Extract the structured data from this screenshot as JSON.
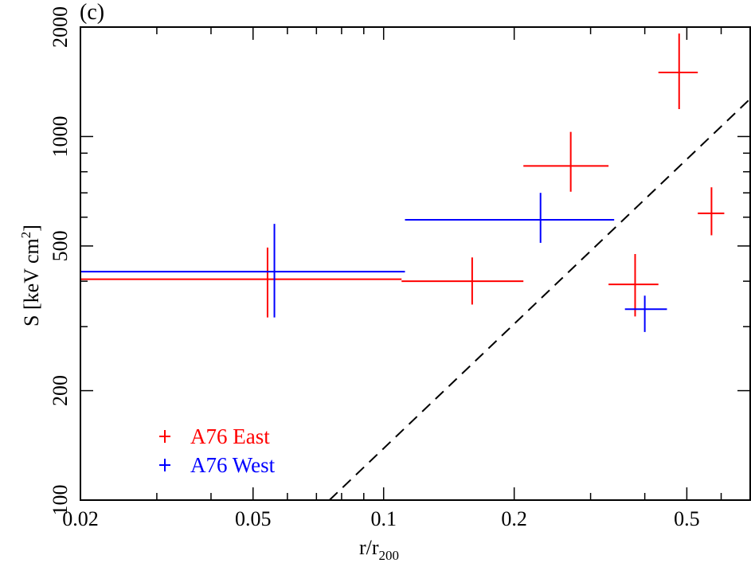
{
  "chart_data": {
    "type": "scatter",
    "panel_label": "(c)",
    "title": "",
    "xlabel": "r/r",
    "xlabel_sub": "200",
    "ylabel": "S [keV cm",
    "ylabel_sup": "2",
    "ylabel_close": "]",
    "x_scale": "log",
    "y_scale": "log",
    "xlim": [
      0.02,
      0.7
    ],
    "ylim": [
      100,
      2000
    ],
    "x_ticks": [
      {
        "value": 0.02,
        "label": "0.02"
      },
      {
        "value": 0.05,
        "label": "0.05"
      },
      {
        "value": 0.1,
        "label": "0.1"
      },
      {
        "value": 0.2,
        "label": "0.2"
      },
      {
        "value": 0.5,
        "label": "0.5"
      }
    ],
    "y_ticks": [
      {
        "value": 100,
        "label": "100"
      },
      {
        "value": 200,
        "label": "200"
      },
      {
        "value": 500,
        "label": "500"
      },
      {
        "value": 1000,
        "label": "1000"
      },
      {
        "value": 2000,
        "label": "2000"
      }
    ],
    "legend_position": "bottom-left",
    "series": [
      {
        "name": "A76 East",
        "color": "#ff0000",
        "points": [
          {
            "x": 0.054,
            "xlo": 0.02,
            "xhi": 0.11,
            "y": 405,
            "ylo": 318,
            "yhi": 495
          },
          {
            "x": 0.16,
            "xlo": 0.11,
            "xhi": 0.21,
            "y": 400,
            "ylo": 345,
            "yhi": 465
          },
          {
            "x": 0.27,
            "xlo": 0.21,
            "xhi": 0.33,
            "y": 830,
            "ylo": 705,
            "yhi": 1030
          },
          {
            "x": 0.38,
            "xlo": 0.33,
            "xhi": 0.43,
            "y": 392,
            "ylo": 320,
            "yhi": 475
          },
          {
            "x": 0.48,
            "xlo": 0.43,
            "xhi": 0.53,
            "y": 1500,
            "ylo": 1190,
            "yhi": 1920
          },
          {
            "x": 0.57,
            "xlo": 0.53,
            "xhi": 0.61,
            "y": 615,
            "ylo": 535,
            "yhi": 725
          }
        ]
      },
      {
        "name": "A76 West",
        "color": "#0000ff",
        "points": [
          {
            "x": 0.056,
            "xlo": 0.02,
            "xhi": 0.112,
            "y": 425,
            "ylo": 318,
            "yhi": 575
          },
          {
            "x": 0.23,
            "xlo": 0.112,
            "xhi": 0.34,
            "y": 590,
            "ylo": 510,
            "yhi": 700
          },
          {
            "x": 0.4,
            "xlo": 0.36,
            "xhi": 0.45,
            "y": 335,
            "ylo": 290,
            "yhi": 365
          }
        ]
      }
    ],
    "reference_line": {
      "style": "dashed",
      "color": "#000000",
      "points": [
        {
          "x": 0.075,
          "y": 100
        },
        {
          "x": 0.7,
          "y": 1270
        }
      ]
    }
  }
}
